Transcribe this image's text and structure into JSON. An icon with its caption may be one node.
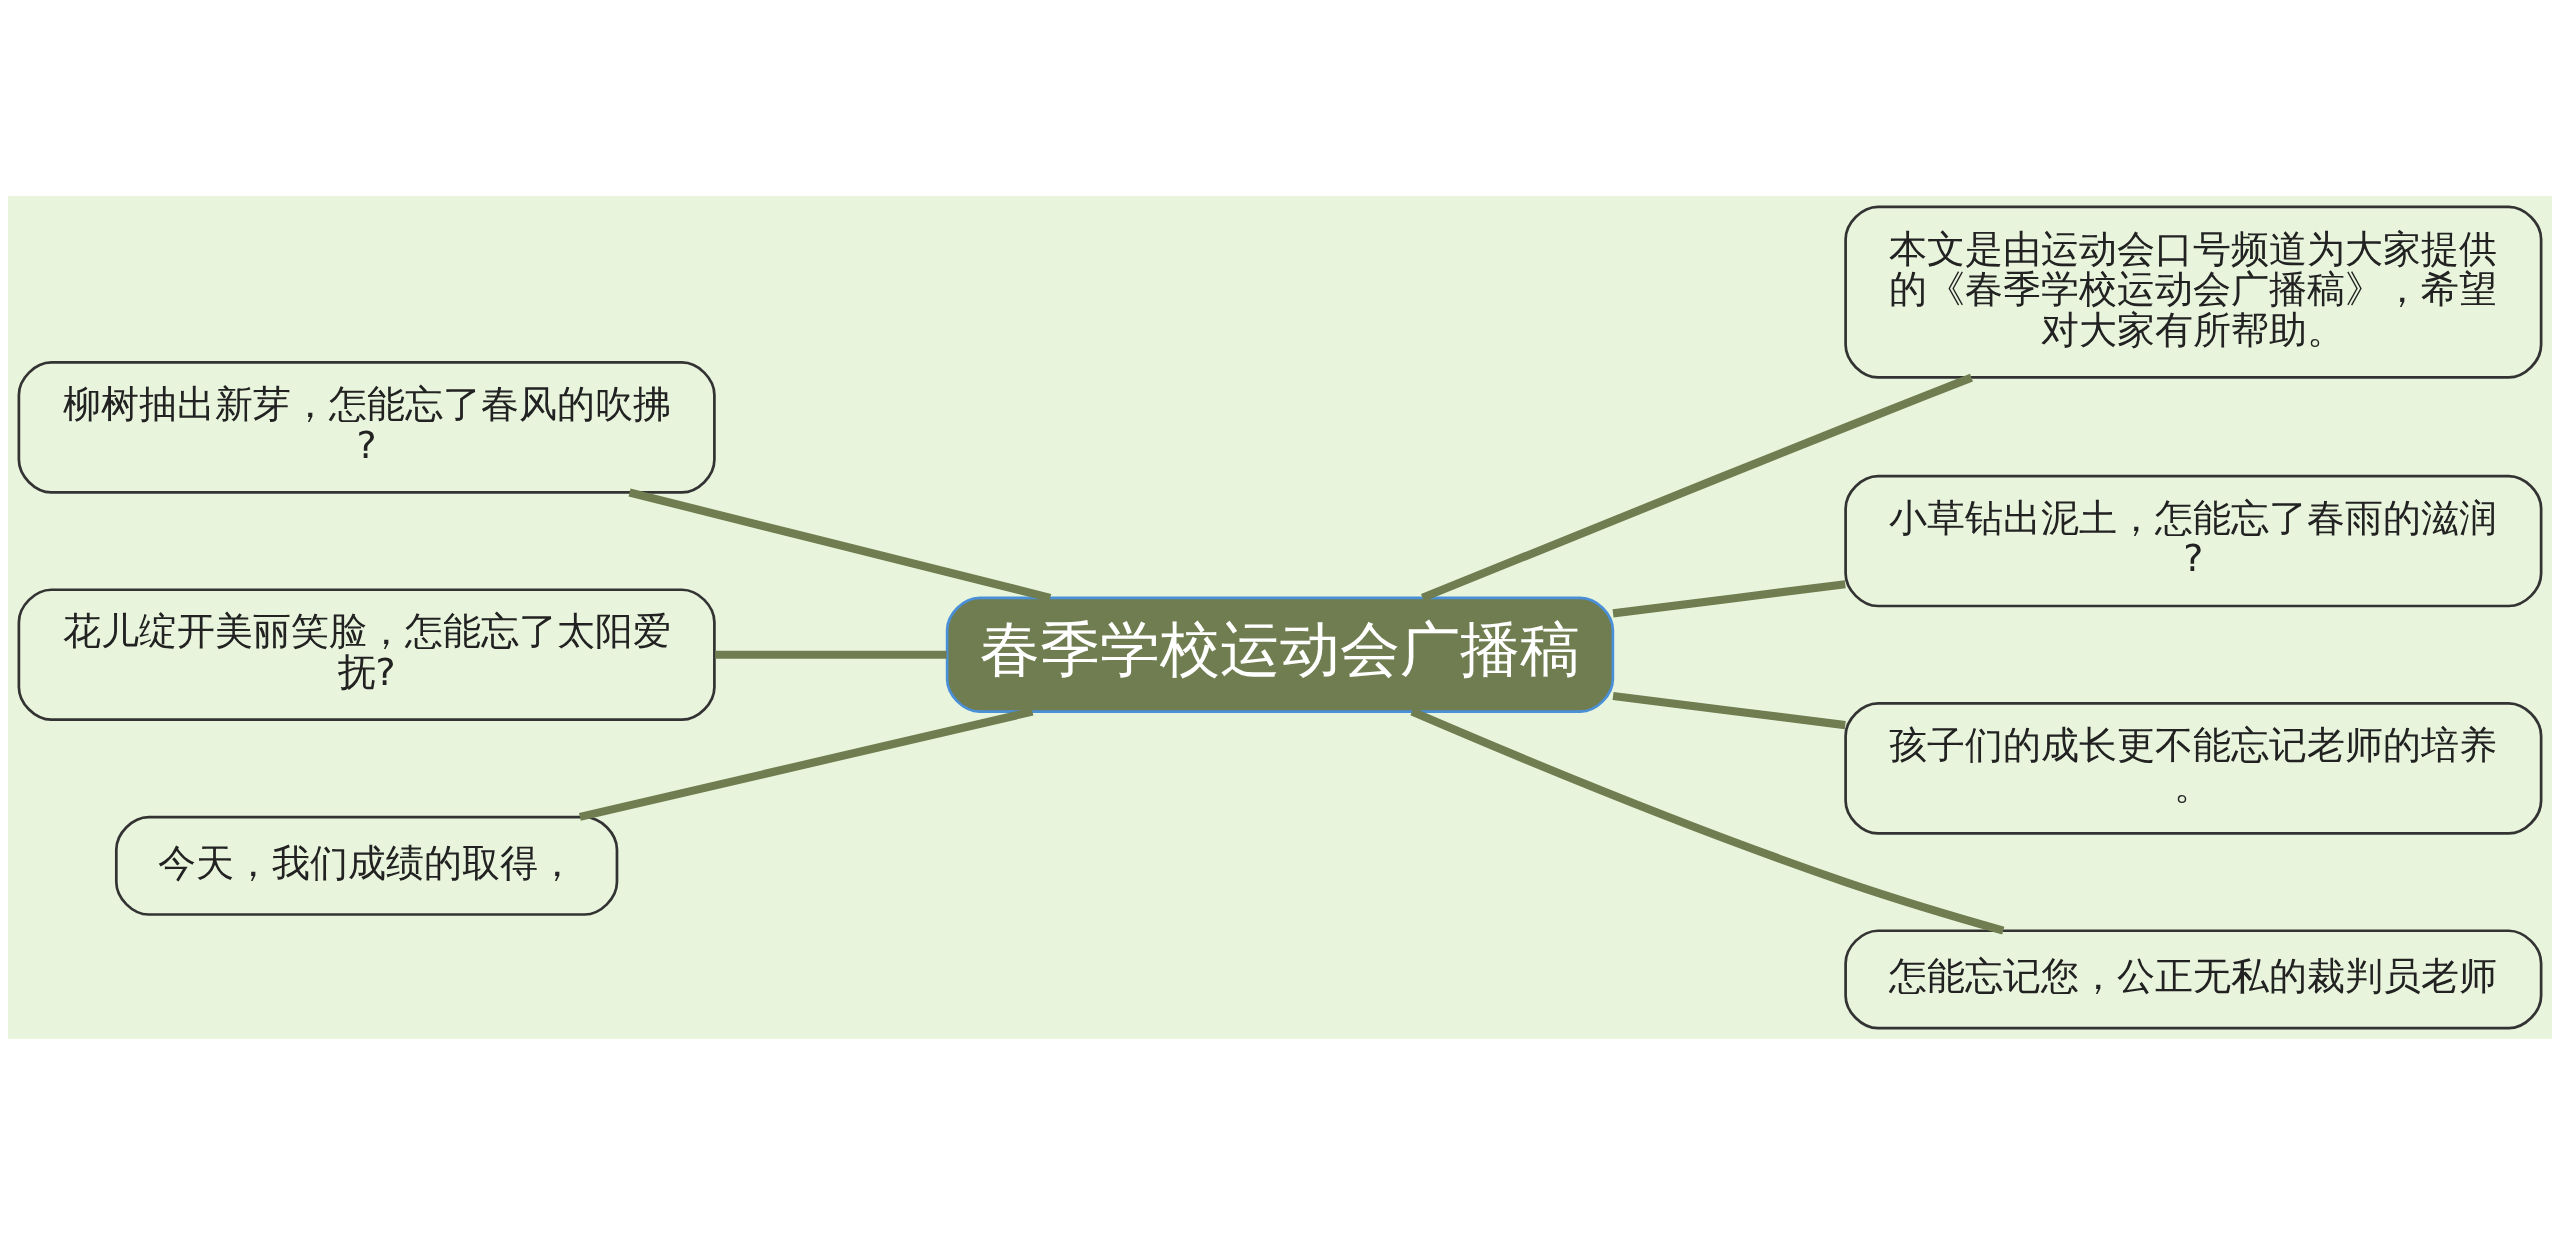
{
  "diagram": {
    "nodes": [
      {
        "text": [
          "春季学校运动会广播稿"
        ]
      },
      {
        "text": [
          "柳树抽出新芽，怎能忘了春风的吹拂?"
        ]
      },
      {
        "text": [
          "花儿绽开美丽笑脸，怎能忘了太阳爱抚?"
        ]
      },
      {
        "text": [
          "今天，我们成绩的取得，"
        ]
      },
      {
        "text": [
          "本文是由运动会口号频道为大家提供的《春季学校运动会广播稿》，希望对大家有所帮助。"
        ]
      },
      {
        "text": [
          "小草钻出泥土，怎能忘了春雨的滋润?"
        ]
      },
      {
        "text": [
          "孩子们的成长更不能忘记老师的培养。"
        ]
      },
      {
        "text": [
          "怎能忘记您，公正无私的裁判员老师"
        ]
      }
    ],
    "edges": [
      {
        "from": 0,
        "to": 1,
        "arrow": "none"
      },
      {
        "from": 0,
        "to": 2,
        "arrow": "none"
      },
      {
        "from": 0,
        "to": 3,
        "arrow": "none"
      },
      {
        "from": 0,
        "to": 4,
        "arrow": "none"
      },
      {
        "from": 0,
        "to": 5,
        "arrow": "none"
      },
      {
        "from": 0,
        "to": 6,
        "arrow": "none"
      },
      {
        "from": 0,
        "to": 7,
        "arrow": "none"
      }
    ]
  }
}
